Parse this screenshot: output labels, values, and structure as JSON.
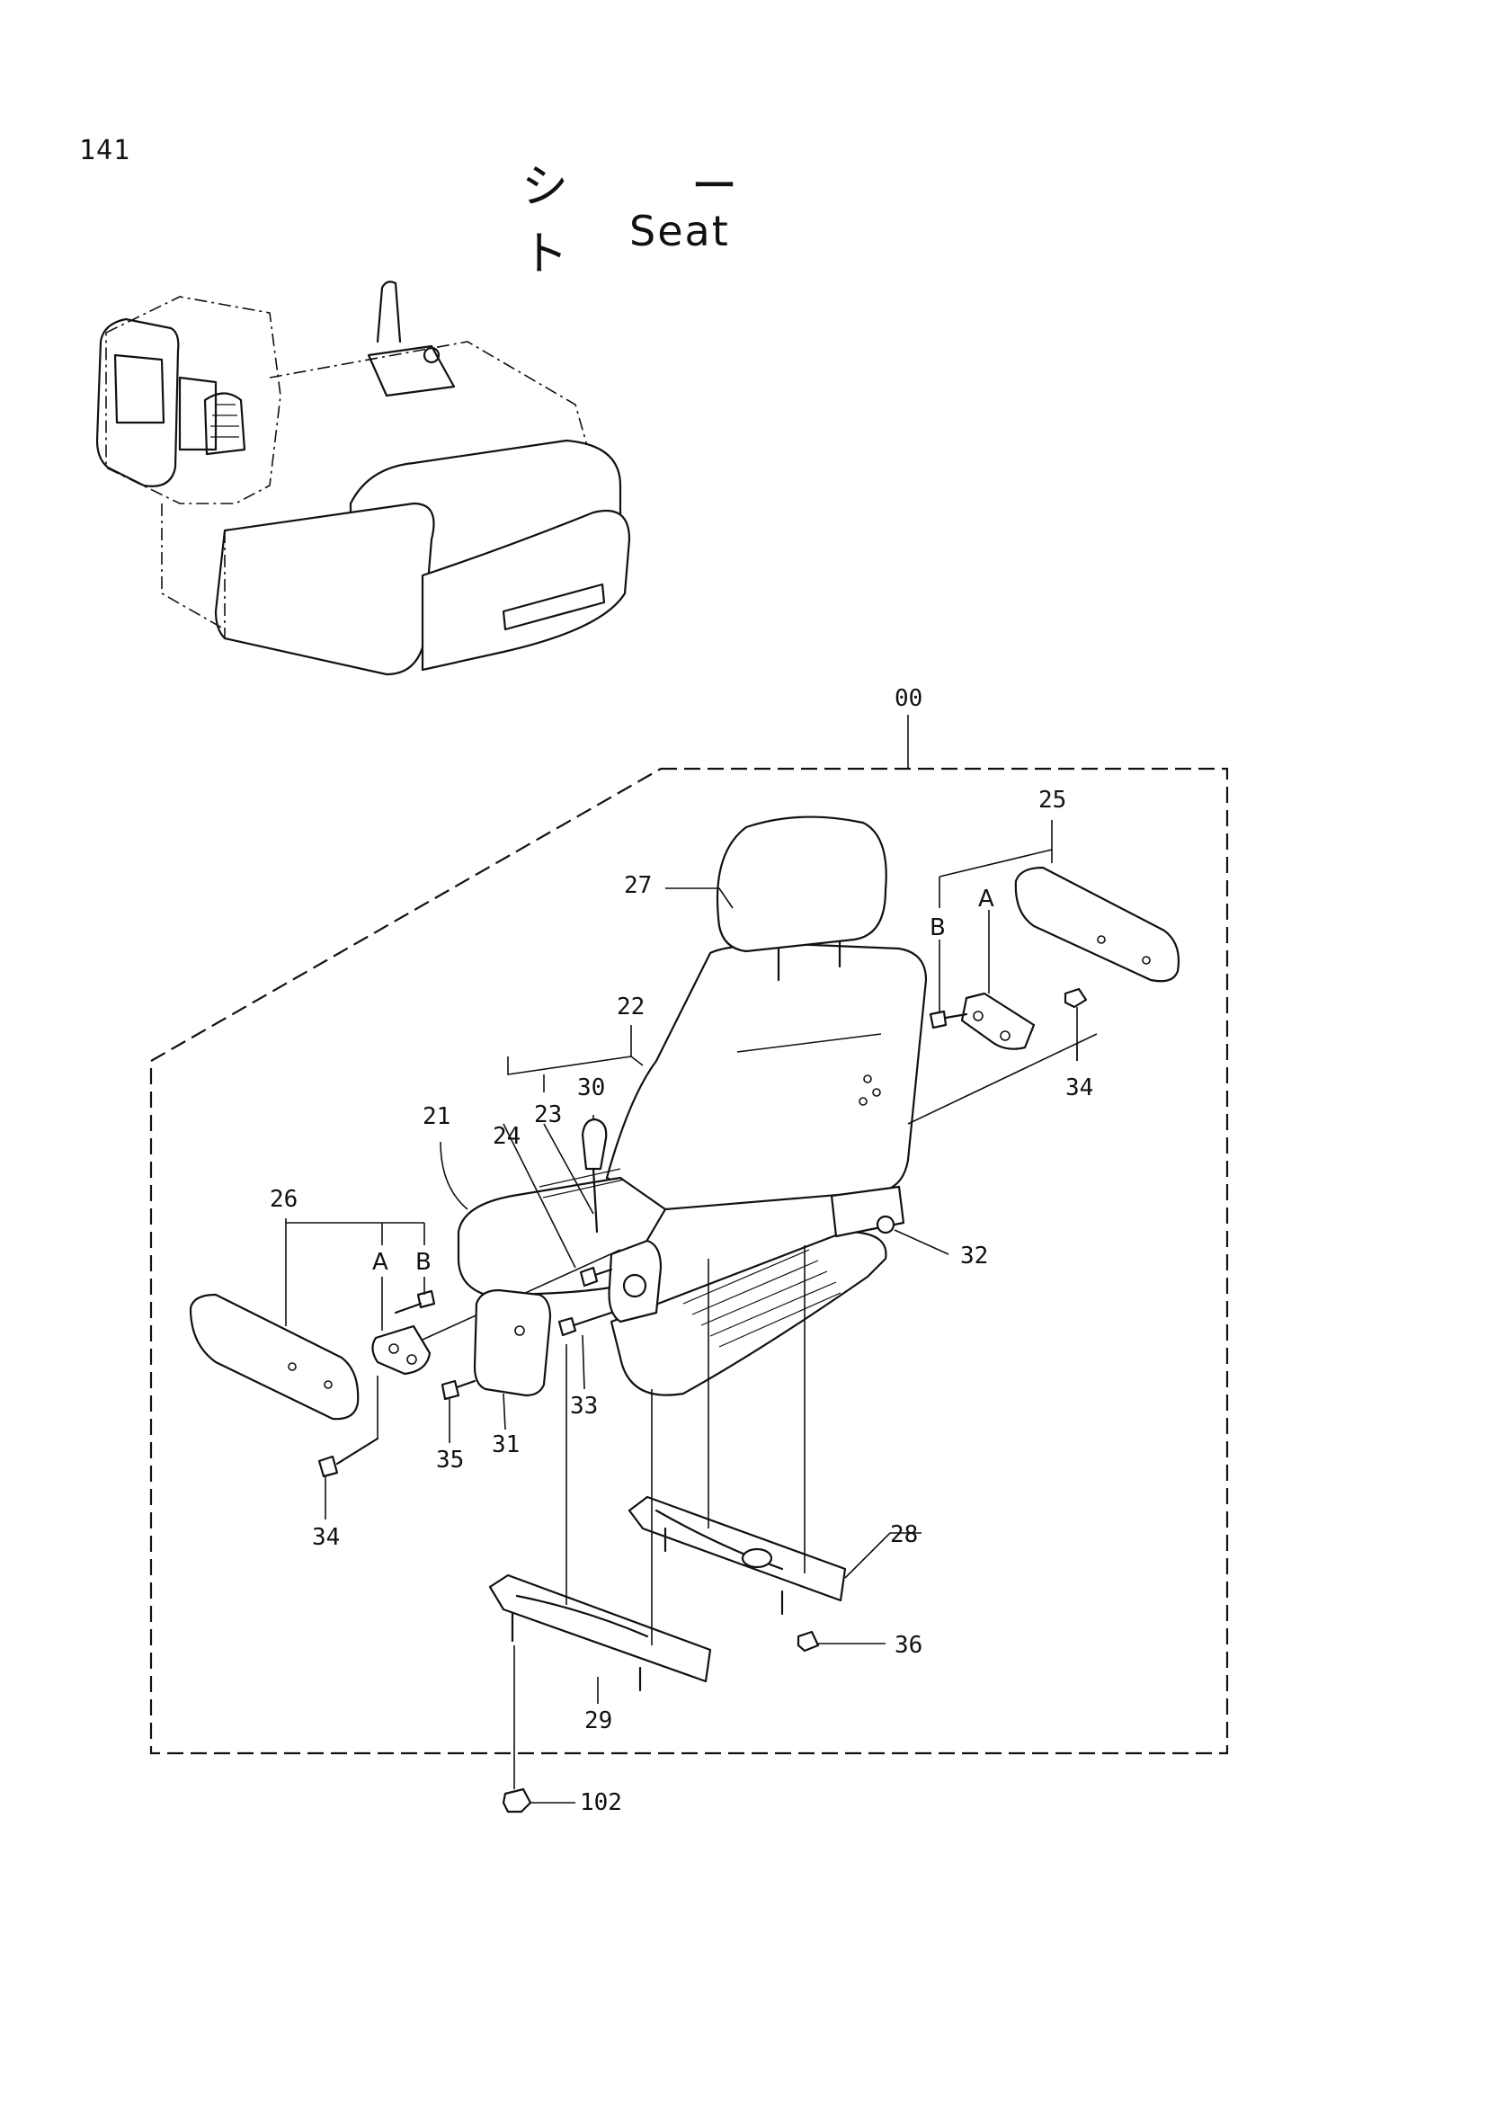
{
  "page": {
    "number": "141",
    "title_jp": "シ ー ト",
    "title_en": "Seat"
  },
  "callouts": {
    "c00": "00",
    "c21": "21",
    "c22": "22",
    "c23": "23",
    "c24": "24",
    "c25": "25",
    "c26": "26",
    "c27": "27",
    "c28": "28",
    "c29": "29",
    "c30": "30",
    "c31": "31",
    "c32": "32",
    "c33": "33",
    "c34a": "34",
    "c34b": "34",
    "c35": "35",
    "c36": "36",
    "c102": "102",
    "a_right": "A",
    "b_right": "B",
    "a_left": "A",
    "b_left": "B"
  }
}
